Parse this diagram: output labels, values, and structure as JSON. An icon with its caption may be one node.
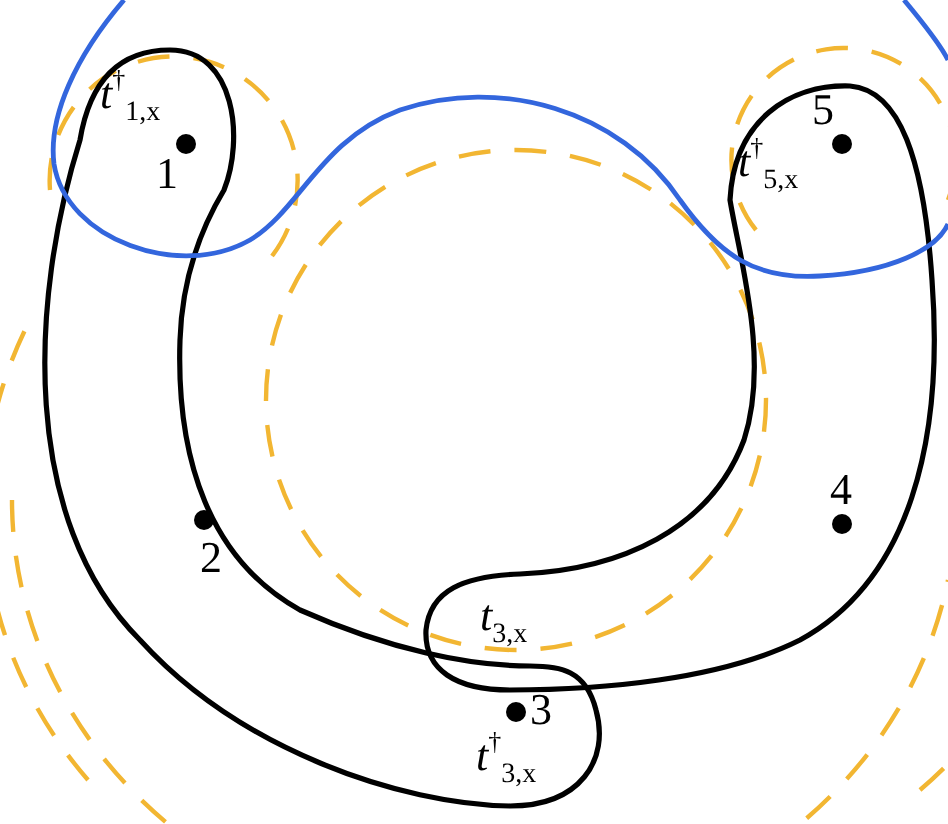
{
  "diagram": {
    "labels": [
      "*t*$^{†}$$_{1,x}$",
      "1",
      "5",
      "*t*$^{†}$$_{5,x}$",
      "2",
      "4",
      "*t*$_{3,x}$",
      "3",
      "*t*$^{†}$$_{3,x}$"
    ]
  }
}
